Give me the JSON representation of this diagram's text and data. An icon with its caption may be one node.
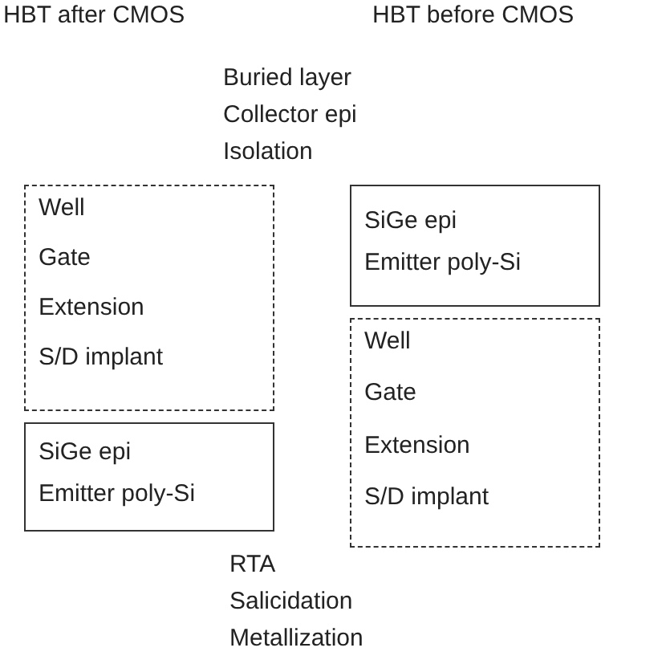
{
  "diagram": {
    "nodes": [
      {
        "text": [
          "Well",
          "Gate",
          "Extension",
          "S/D implant"
        ]
      },
      {
        "text": [
          "SiGe epi",
          "Emitter poly-Si"
        ]
      },
      {
        "text": [
          "SiGe epi",
          "Emitter poly-Si"
        ]
      },
      {
        "text": [
          "Well",
          "Gate",
          "Extension",
          "S/D implant"
        ]
      }
    ],
    "labels": [
      "HBT after CMOS",
      "HBT before CMOS",
      "Buried layer",
      "Collector epi",
      "Isolation",
      "RTA",
      "Salicidation",
      "Metallization"
    ]
  }
}
